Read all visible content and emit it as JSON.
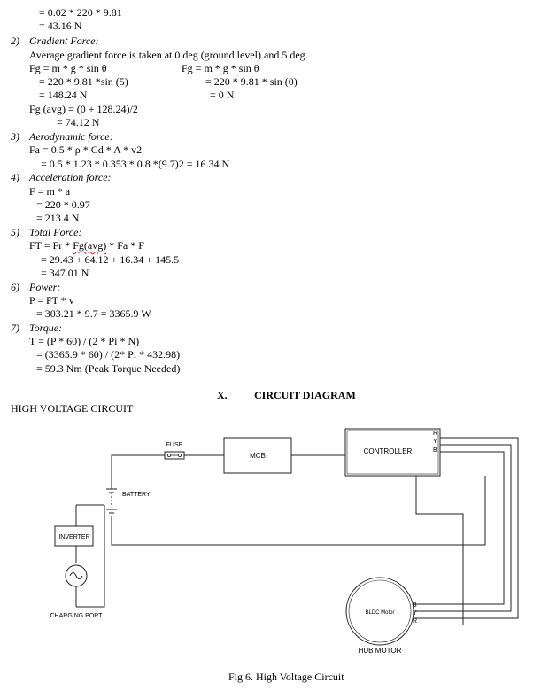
{
  "calc": {
    "rolling_l2": "= 0.02 * 220 * 9.81",
    "rolling_l3": "= 43.16 N",
    "gradient": {
      "num": "2)",
      "heading": "Gradient Force:",
      "desc": "Average gradient force is taken at 0 deg (ground level) and 5 deg.",
      "a1": "Fg = m * g * sin θ",
      "a2": "= 220 * 9.81 *sin (5)",
      "a3": "= 148.24 N",
      "b1": "Fg = m * g * sin θ",
      "b2": "= 220 * 9.81 * sin (0)",
      "b3": "= 0 N",
      "avg1": "Fg (avg) = (0 + 128.24)/2",
      "avg2": "= 74.12 N"
    },
    "aero": {
      "num": "3)",
      "heading": "Aerodynamic force:",
      "l1": "Fa = 0.5 * ρ * Cd * A * v2",
      "l2": "= 0.5 * 1.23 * 0.353 * 0.8 *(9.7)2   = 16.34 N"
    },
    "accel": {
      "num": "4)",
      "heading": "Acceleration force:",
      "l1": "F = m * a",
      "l2": "= 220 * 0.97",
      "l3": "= 213.4 N"
    },
    "total": {
      "num": "5)",
      "heading": "Total Force:",
      "l1a": "FT = Fr * ",
      "l1b": "Fg(avg)",
      "l1c": " * Fa * F",
      "l2": "= 29.43 + 64.12 + 16.34 + 145.5",
      "l3": "= 347.01 N"
    },
    "power": {
      "num": "6)",
      "heading": "Power:",
      "l1": "P = FT * v",
      "l2": "= 303.21 * 9.7 = 3365.9 W"
    },
    "torque": {
      "num": "7)",
      "heading": "Torque:",
      "l1": "T = (P * 60) / (2 * Pi * N)",
      "l2": "= (3365.9 * 60) / (2* Pi * 432.98)",
      "l3": "= 59.3 Nm (Peak Torque Needed)"
    }
  },
  "section": {
    "number": "X.",
    "title": "CIRCUIT DIAGRAM"
  },
  "hv_heading": "HIGH VOLTAGE CIRCUIT",
  "diagram": {
    "fuse": "FUSE",
    "mcb": "MCB",
    "controller": "CONTROLLER",
    "battery": "BATTERY",
    "inverter": "INVERTER",
    "charging_port": "CHARGING PORT",
    "motor": "BLDC Motor",
    "hub_motor": "HUB MOTOR",
    "phase_r": "R",
    "phase_y": "Y",
    "phase_b": "B"
  },
  "caption": "Fig 6. High Voltage Circuit"
}
